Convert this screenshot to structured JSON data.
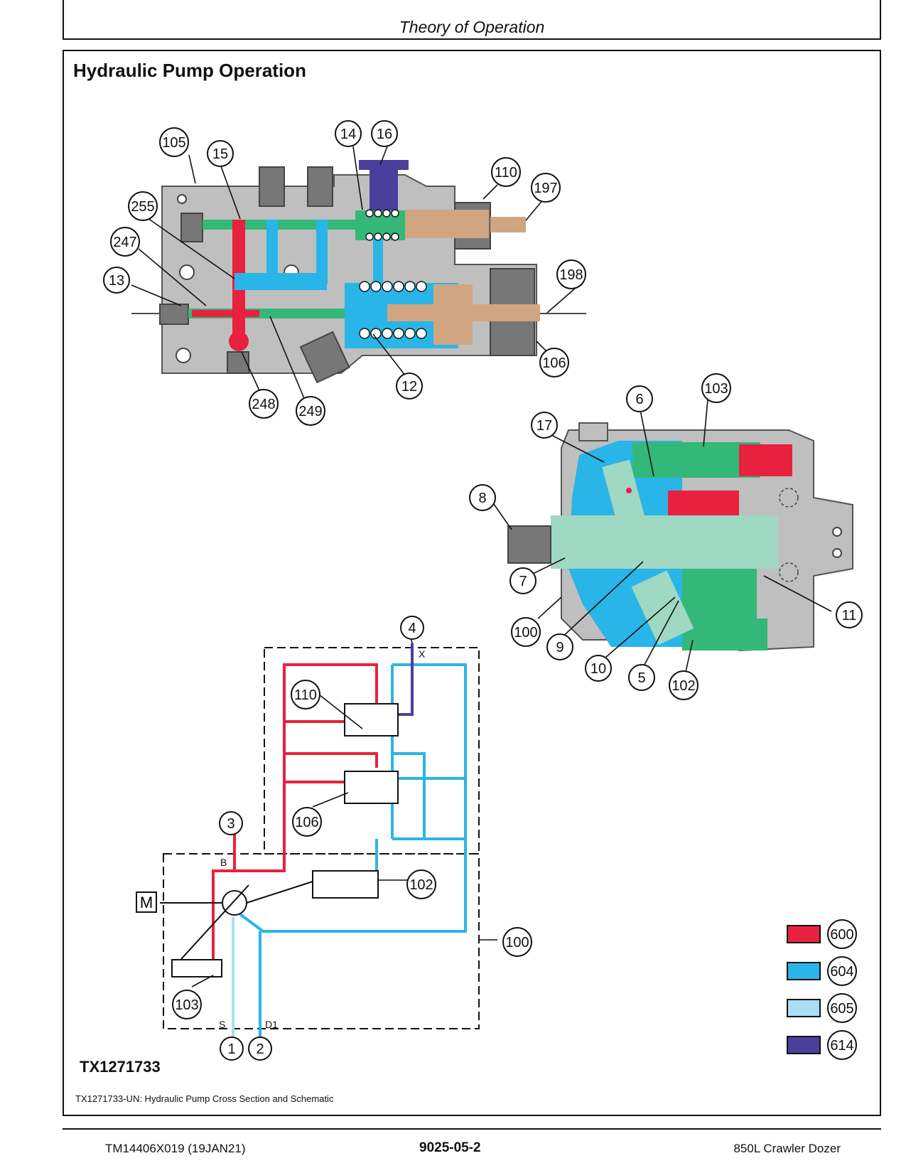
{
  "header": {
    "section_title": "Theory of Operation"
  },
  "page": {
    "heading": "Hydraulic Pump Operation"
  },
  "figure": {
    "id": "TX1271733",
    "caption": "TX1271733-UN: Hydraulic Pump Cross Section and Schematic",
    "callouts_valve": [
      "105",
      "15",
      "14",
      "16",
      "110",
      "197",
      "255",
      "247",
      "13",
      "198",
      "106",
      "12",
      "248",
      "249"
    ],
    "callouts_pump": [
      "103",
      "6",
      "17",
      "8",
      "7",
      "100",
      "9",
      "10",
      "5",
      "102",
      "11"
    ],
    "callouts_schematic": [
      "4",
      "110",
      "106",
      "3",
      "102",
      "100",
      "103",
      "1",
      "2",
      "M"
    ],
    "port_labels": [
      "X",
      "B",
      "S",
      "D1"
    ],
    "legend": [
      {
        "code": "600",
        "color": "#e8213f"
      },
      {
        "code": "604",
        "color": "#29b5e8"
      },
      {
        "code": "605",
        "color": "#a9def5"
      },
      {
        "code": "614",
        "color": "#4b3f9c"
      }
    ]
  },
  "footer": {
    "left": "TM14406X019 (19JAN21)",
    "center": "9025-05-2",
    "right": "850L Crawler Dozer"
  }
}
